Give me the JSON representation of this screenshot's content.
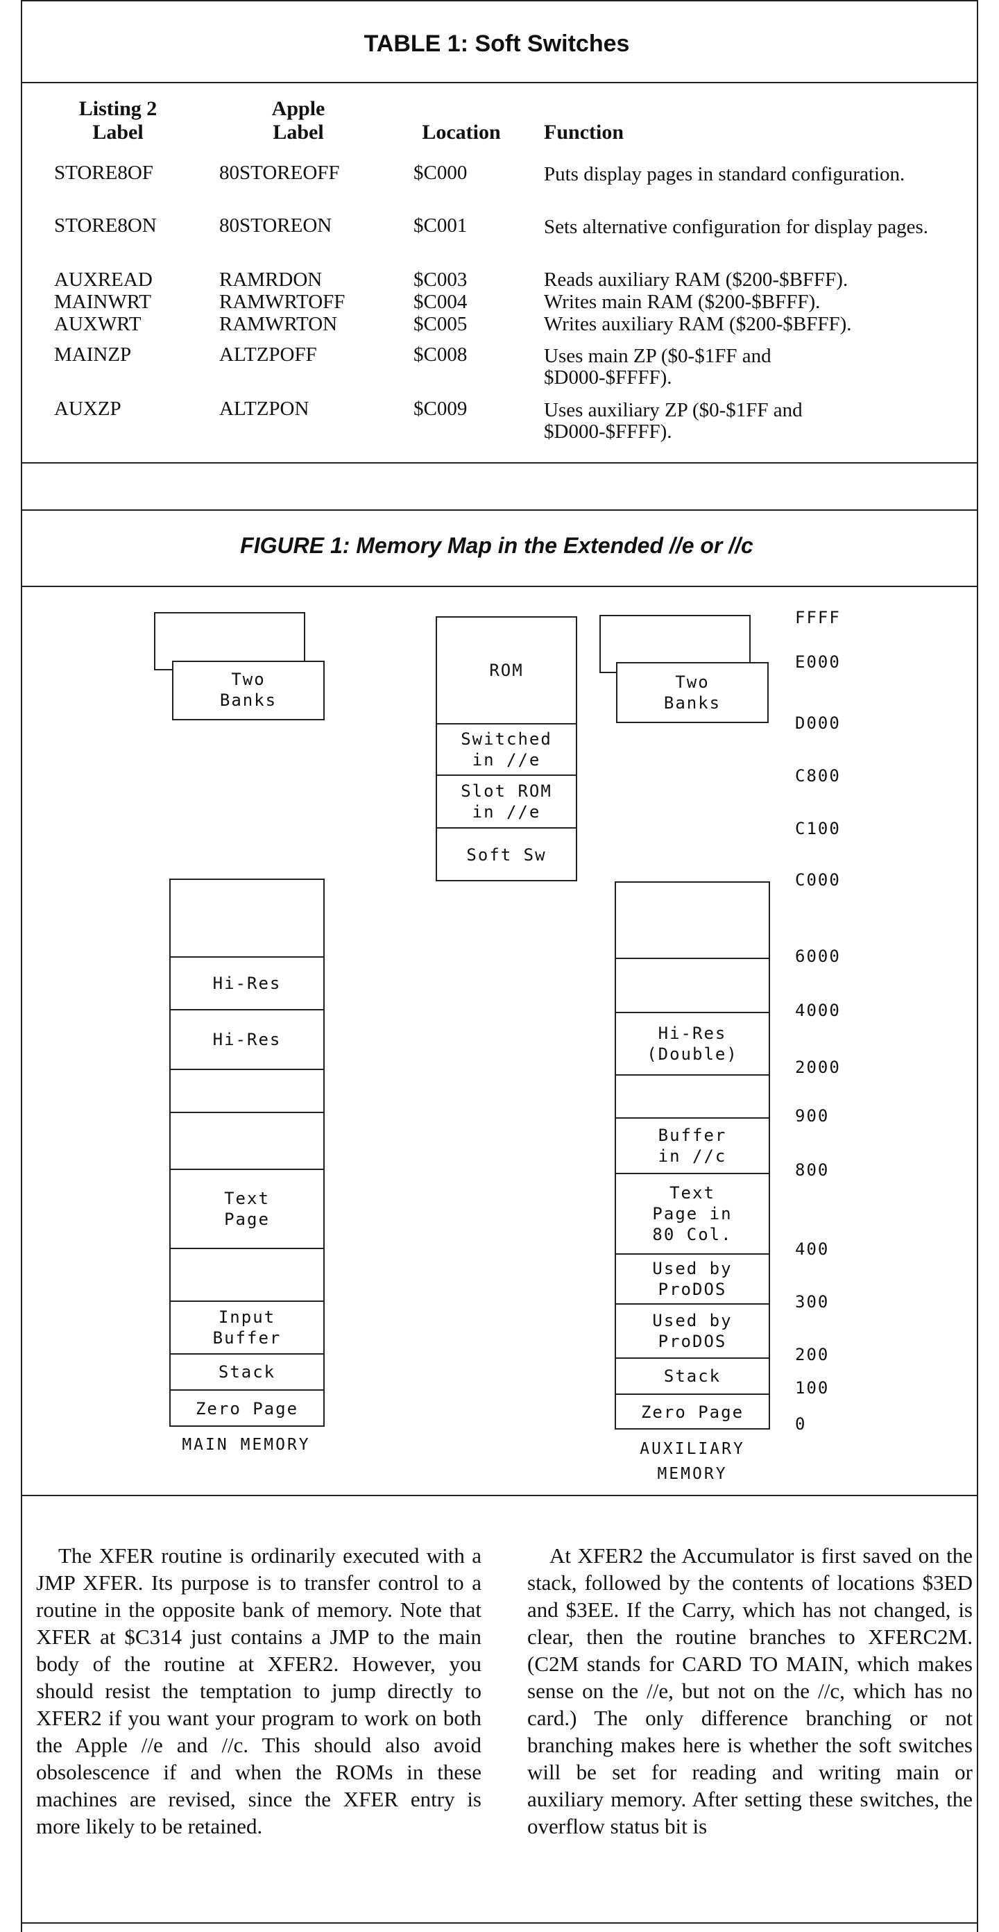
{
  "table1": {
    "title": "TABLE 1: Soft Switches",
    "headers": {
      "label_listing": "Listing 2\nLabel",
      "label_apple": "Apple\nLabel",
      "location": "Location",
      "function": "Function"
    },
    "rows": [
      {
        "listing": "STORE8OF",
        "apple": "80STOREOFF",
        "location": "$C000",
        "function": "Puts display pages in standard configuration."
      },
      {
        "listing": "STORE8ON",
        "apple": "80STOREON",
        "location": "$C001",
        "function": "Sets alternative configuration for display pages."
      },
      {
        "listing": "AUXREAD",
        "apple": "RAMRDON",
        "location": "$C003",
        "function": "Reads auxiliary RAM ($200-$BFFF)."
      },
      {
        "listing": "MAINWRT",
        "apple": "RAMWRTOFF",
        "location": "$C004",
        "function": "Writes main RAM ($200-$BFFF)."
      },
      {
        "listing": "AUXWRT",
        "apple": "RAMWRTON",
        "location": "$C005",
        "function": "Writes auxiliary RAM ($200-$BFFF)."
      },
      {
        "listing": "MAINZP",
        "apple": "ALTZPOFF",
        "location": "$C008",
        "function": "Uses main ZP ($0-$1FF and $D000-$FFFF)."
      },
      {
        "listing": "AUXZP",
        "apple": "ALTZPON",
        "location": "$C009",
        "function": "Uses auxiliary ZP ($0-$1FF and $D000-$FFFF)."
      }
    ]
  },
  "figure1": {
    "title": "FIGURE 1: Memory Map in the Extended //e or //c",
    "main_banks": "Two\nBanks",
    "aux_banks": "Two\nBanks",
    "rom_column": [
      "ROM",
      "Switched\nin //e",
      "Slot ROM\nin //e",
      "Soft Sw"
    ],
    "main_column": [
      "",
      "Hi-Res",
      "Hi-Res",
      "",
      "",
      "Text\nPage",
      "",
      "Input\nBuffer",
      "Stack",
      "Zero Page"
    ],
    "aux_column": [
      "",
      "",
      "Hi-Res\n(Double)",
      "",
      "Buffer\nin //c",
      "Text\nPage in\n80 Col.",
      "Used by\nProDOS",
      "Used by\nProDOS",
      "Stack",
      "Zero Page"
    ],
    "addresses": [
      "FFFF",
      "E000",
      "D000",
      "C800",
      "C100",
      "C000",
      "6000",
      "4000",
      "2000",
      "900",
      "800",
      "400",
      "300",
      "200",
      "100",
      "0"
    ],
    "main_caption": "MAIN MEMORY",
    "aux_caption": "AUXILIARY\nMEMORY"
  },
  "body": {
    "left_column": "The XFER routine is ordinarily executed with a JMP XFER. Its purpose is to transfer control to a routine in the opposite bank of memory. Note that XFER at $C314 just contains a JMP to the main body of the routine at XFER2. However, you should resist the temptation to jump directly to XFER2 if you want your program to work on both the Apple //e and //c. This should also avoid obsolescence if and when the ROMs in these machines are revised, since the XFER entry is more likely to be retained.",
    "right_column": "At XFER2 the Accumulator is first saved on the stack, followed by the contents of locations $3ED and $3EE. If the Carry, which has not changed, is clear, then the routine branches to XFERC2M. (C2M stands for CARD TO MAIN, which makes sense on the //e, but not on the //c, which has no card.) The only difference branching or not branching makes here is whether the soft switches will be set for reading and writing main or auxiliary memory. After setting these switches, the overflow status bit is"
  }
}
